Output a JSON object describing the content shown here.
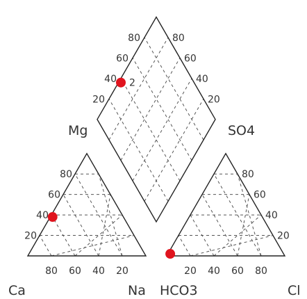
{
  "chart_data": {
    "type": "scatter",
    "subtype": "piper-diagram",
    "title": "",
    "axes": {
      "cation_triangle": {
        "corner_labels": [
          "Ca",
          "Mg",
          "Na"
        ]
      },
      "anion_triangle": {
        "corner_labels": [
          "HCO3",
          "SO4",
          "Cl"
        ]
      },
      "diamond": {
        "left_label": "Mg",
        "right_label": "SO4"
      }
    },
    "ticks": {
      "cation_left": [
        "20",
        "40",
        "60",
        "80"
      ],
      "cation_bottom": [
        "80",
        "60",
        "40",
        "20"
      ],
      "anion_bottom": [
        "20",
        "40",
        "60",
        "80"
      ],
      "anion_right": [
        "20",
        "40",
        "60",
        "80"
      ],
      "diamond_left": [
        "20",
        "40",
        "60",
        "80"
      ],
      "diamond_right": [
        "20",
        "40",
        "60",
        "80"
      ]
    },
    "grid": true,
    "point_color": "#e0141e",
    "points": [
      {
        "label": "2",
        "Ca": 60,
        "Mg": 38,
        "Na": 2,
        "HCO3": 96,
        "SO4": 2,
        "Cl": 2
      }
    ]
  }
}
